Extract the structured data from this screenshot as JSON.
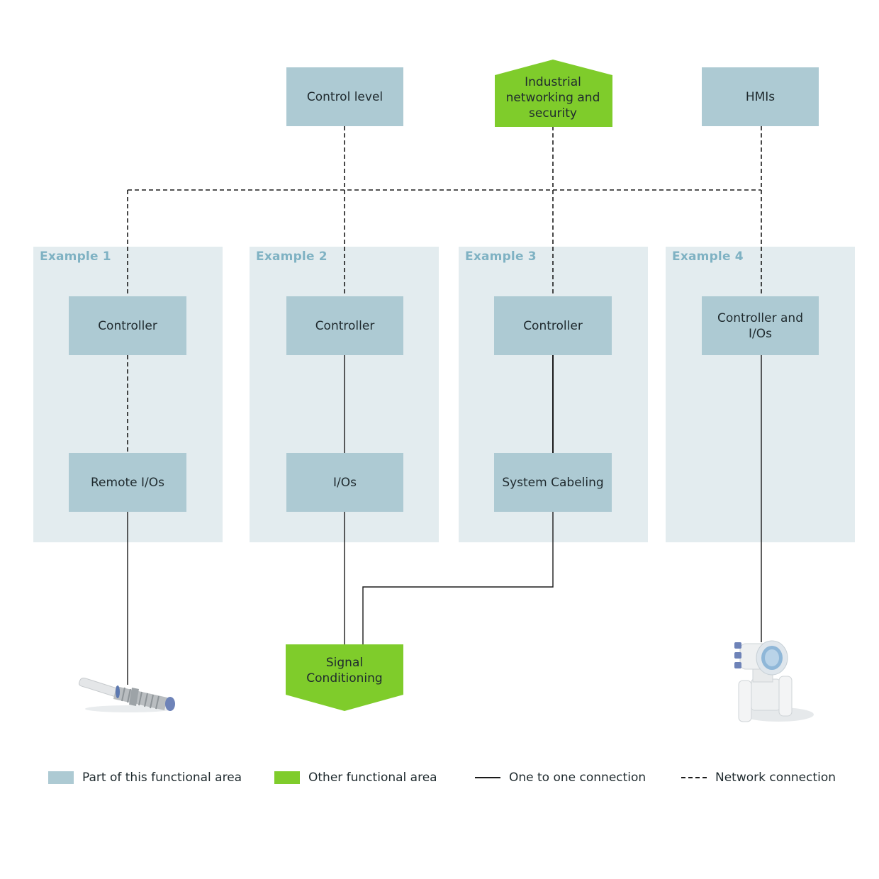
{
  "top": {
    "control_level": "Control level",
    "networking": "Industrial networking and security",
    "hmis": "HMIs"
  },
  "examples": [
    {
      "title": "Example 1",
      "upper": "Controller",
      "lower": "Remote I/Os"
    },
    {
      "title": "Example 2",
      "upper": "Controller",
      "lower": "I/Os"
    },
    {
      "title": "Example 3",
      "upper": "Controller",
      "lower": "System Cabeling"
    },
    {
      "title": "Example 4",
      "upper": "Controller and I/Os"
    }
  ],
  "signal_conditioning": "Signal Conditioning",
  "legend": {
    "part": "Part of this functional area",
    "other": "Other functional area",
    "one_to_one": "One to one connection",
    "network": "Network connection"
  },
  "colors": {
    "functional_area": "#adcad3",
    "other_area": "#7fcc2b",
    "panel": "#e3ecef",
    "panel_title": "#7fb2c3"
  },
  "icons": {
    "sensor": "proximity-sensor-icon",
    "flowmeter": "flowmeter-icon"
  }
}
